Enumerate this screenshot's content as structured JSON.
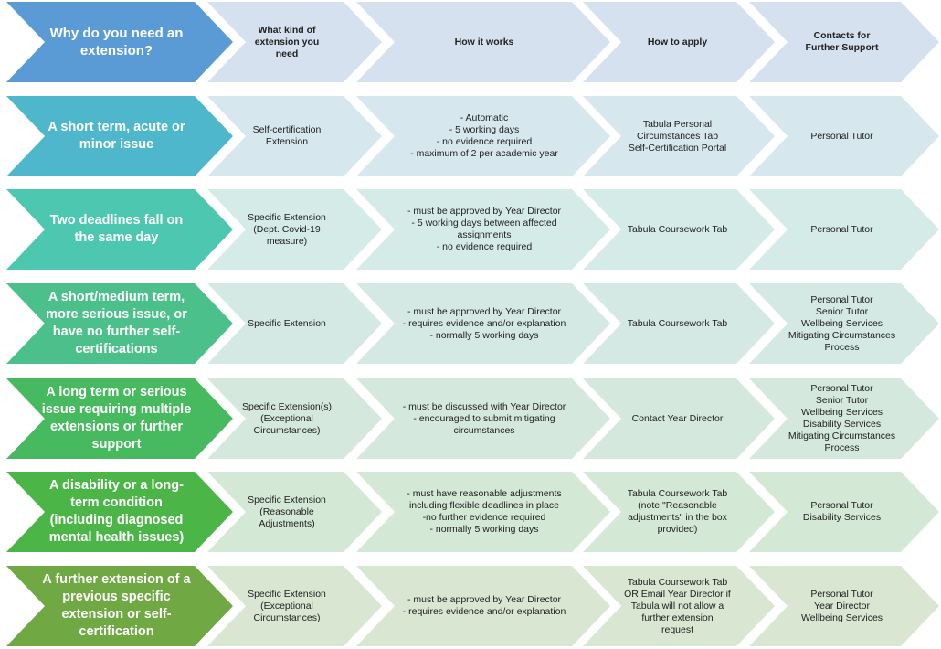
{
  "header": {
    "color_lead": "#5b9bd5",
    "color_rest": "#d6e1f0",
    "columns": [
      "Why do you need an\nextension?",
      "What kind of\nextension you\nneed",
      "How it works",
      "How to apply",
      "Contacts for\nFurther Support"
    ]
  },
  "rows": [
    {
      "lead_color": "#4fb7cc",
      "cell_color": "#d6e7ee",
      "reason": "A short term, acute or\nminor issue",
      "extension_type": "Self-certification\nExtension",
      "how_it_works": "- Automatic\n- 5 working days\n- no evidence required\n- maximum of 2 per academic year",
      "how_to_apply": "Tabula Personal\nCircumstances Tab\nSelf-Certification Portal",
      "contacts": "Personal Tutor"
    },
    {
      "lead_color": "#4dc7b0",
      "cell_color": "#d5ebe8",
      "reason": "Two deadlines fall on\nthe same day",
      "extension_type": "Specific Extension\n(Dept. Covid-19\nmeasure)",
      "how_it_works": "- must be approved by Year Director\n- 5 working days between affected\nassignments\n- no evidence required",
      "how_to_apply": "Tabula Coursework Tab",
      "contacts": "Personal Tutor"
    },
    {
      "lead_color": "#4cc08a",
      "cell_color": "#d4e9e3",
      "reason": "A short/medium term,\nmore serious issue, or\nhave no further self-\ncertifications",
      "extension_type": "Specific Extension",
      "how_it_works": "- must be approved by Year Director\n- requires evidence and/or explanation\n- normally 5 working days",
      "how_to_apply": "Tabula Coursework Tab",
      "contacts": "Personal Tutor\nSenior Tutor\nWellbeing Services\nMitigating Circumstances\nProcess"
    },
    {
      "lead_color": "#47b95f",
      "cell_color": "#d4e8dd",
      "reason": "A long term or serious\nissue requiring multiple\nextensions or further\nsupport",
      "extension_type": "Specific Extension(s)\n(Exceptional\nCircumstances)",
      "how_it_works": "- must be discussed with Year Director\n- encouraged to submit mitigating\ncircumstances",
      "how_to_apply": "Contact Year Director",
      "contacts": "Personal Tutor\nSenior Tutor\nWellbeing Services\nDisability Services\nMitigating Circumstances\nProcess"
    },
    {
      "lead_color": "#4cb548",
      "cell_color": "#d4e8d6",
      "reason": "A disability or a long-\nterm condition\n(including diagnosed\nmental health issues)",
      "extension_type": "Specific Extension\n(Reasonable\nAdjustments)",
      "how_it_works": "- must have reasonable adjustments\nincluding flexible deadlines in place\n-no further evidence required\n- normally 5 working days",
      "how_to_apply": "Tabula Coursework Tab\n(note \"Reasonable\nadjustments\" in the box\nprovided)",
      "contacts": "Personal Tutor\nDisability Services"
    },
    {
      "lead_color": "#70a844",
      "cell_color": "#d8e6d2",
      "reason": "A further extension of a\nprevious specific\nextension or self-\ncertification",
      "extension_type": "Specific Extension\n(Exceptional\nCircumstances)",
      "how_it_works": "- must be approved by Year Director\n- requires evidence and/or explanation",
      "how_to_apply": "Tabula Coursework Tab\nOR Email Year Director if\nTabula will not allow a\nfurther extension\nrequest",
      "contacts": "Personal Tutor\nYear Director\nWellbeing Services"
    }
  ]
}
